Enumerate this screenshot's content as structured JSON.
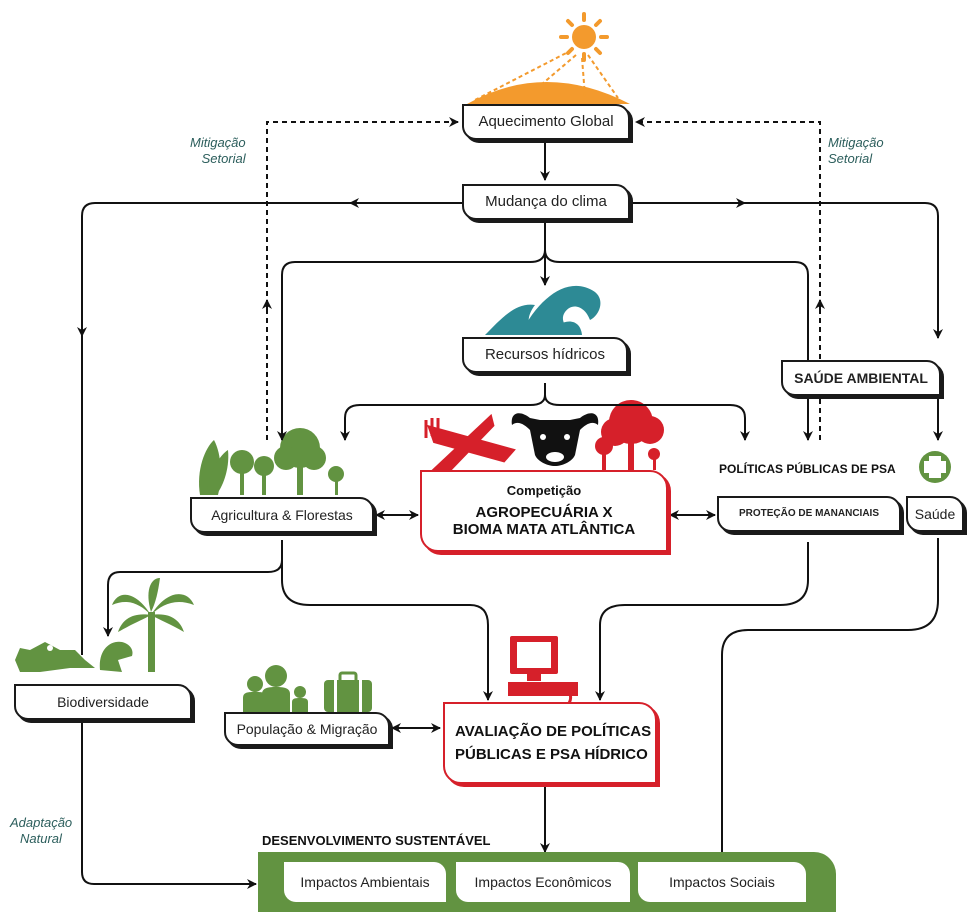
{
  "nodes": {
    "aquecimento_global": "Aquecimento Global",
    "mudanca_clima": "Mudança do clima",
    "recursos_hidricos": "Recursos hídricos",
    "saude_ambiental": "SAÚDE AMBIENTAL",
    "agricultura": "Agricultura & Florestas",
    "competicao": {
      "title": "Competição",
      "line1": "AGROPECUÁRIA X",
      "line2": "BIOMA MATA ATLÂNTICA"
    },
    "politicas_label": "POLÍTICAS PÚBLICAS DE PSA",
    "protecao": "PROTEÇÃO DE MANANCIAIS",
    "saude": "Saúde",
    "biodiversidade": "Biodiversidade",
    "populacao": "População & Migração",
    "avaliacao": {
      "line1": "AVALIAÇÃO DE POLÍTICAS",
      "line2": "PÚBLICAS E PSA HÍDRICO"
    }
  },
  "notes": {
    "mitigacao_left": [
      "Mitigação",
      "Setorial"
    ],
    "mitigacao_right": [
      "Mitigação",
      "Setorial"
    ],
    "adaptacao": [
      "Adaptação",
      "Natural"
    ]
  },
  "bottom": {
    "heading": "DESENVOLVIMENTO SUSTENTÁVEL",
    "impacts": [
      "Impactos Ambientais",
      "Impactos Econômicos",
      "Impactos Sociais"
    ]
  },
  "icons": [
    "sun-icon",
    "wave-icon",
    "plants-icon",
    "fork-knife-icon",
    "bull-head-icon",
    "red-trees-icon",
    "health-cross-icon",
    "crocodile-icon",
    "bird-icon",
    "palm-tree-icon",
    "people-icon",
    "suitcase-icon",
    "computer-icon"
  ],
  "colors": {
    "green": "#629341",
    "red": "#d6202a",
    "teal": "#2d8a95",
    "orange": "#f39a2d",
    "black": "#1a1a1a"
  }
}
